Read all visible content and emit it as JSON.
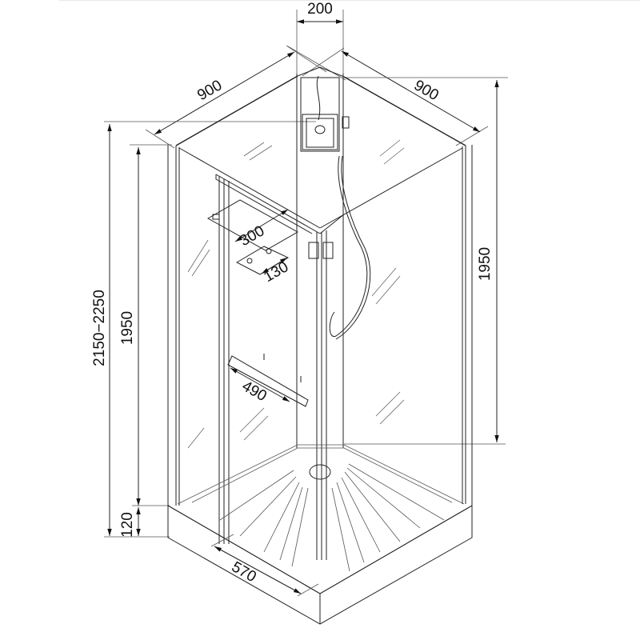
{
  "drawing": {
    "subject": "Corner shower cabin technical drawing",
    "dimensions": {
      "column_width": "200",
      "left_side_width": "900",
      "right_side_width": "900",
      "total_height": "2150−2250",
      "cabin_height_left": "1950",
      "cabin_height_right": "1950",
      "tray_height": "120",
      "door_width": "570",
      "upper_shelf_depth": "300",
      "hook_rail_length": "130",
      "lower_shelf_length": "490"
    },
    "line_color": "#222222",
    "background": "#ffffff"
  }
}
